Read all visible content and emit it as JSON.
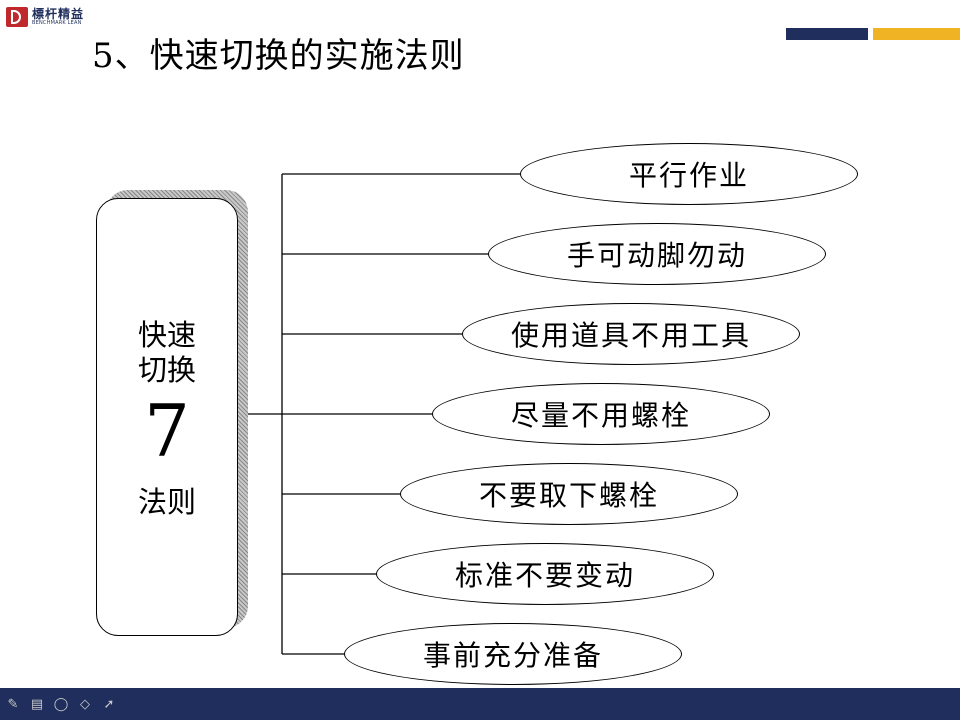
{
  "header": {
    "title": "5、快速切换的实施法则",
    "logo": {
      "cn": "標杆精益",
      "en": "BENCHMARK LEAN"
    }
  },
  "center": {
    "line1": "快速",
    "line2": "切换",
    "number": "7",
    "line3": "法则"
  },
  "rules": [
    "平行作业",
    "手可动脚勿动",
    "使用道具不用工具",
    "尽量不用螺栓",
    "不要取下螺栓",
    "标准不要变动",
    "事前充分准备"
  ],
  "colors": {
    "navy": "#1f2e5c",
    "gold": "#f0b323",
    "logo_red": "#c0292b"
  },
  "toolbar_icons": [
    "pen-icon",
    "slide-icon",
    "lasso-icon",
    "eraser-icon",
    "pointer-icon"
  ]
}
